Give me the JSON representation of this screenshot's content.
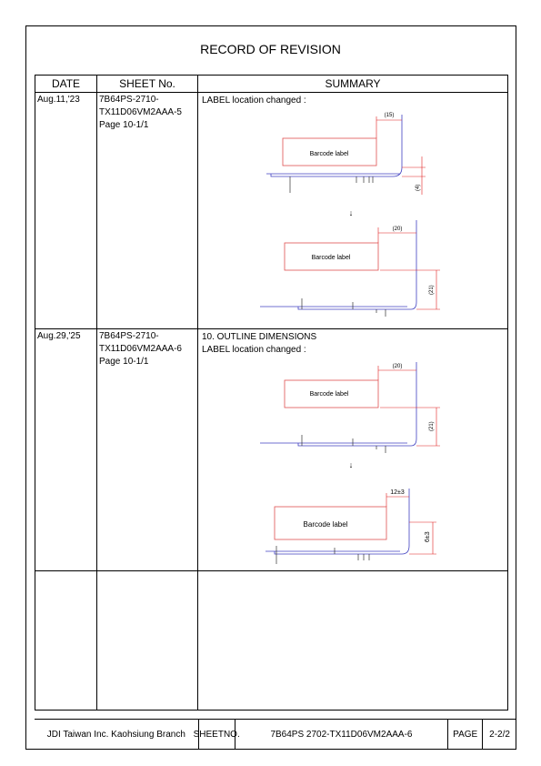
{
  "title": "RECORD OF REVISION",
  "headers": {
    "date": "DATE",
    "sheet": "SHEET No.",
    "summary": "SUMMARY"
  },
  "rows": [
    {
      "date": "Aug.11,'23",
      "sheet": [
        "7B64PS-2710-",
        "TX11D06VM2AAA-5",
        "Page 10-1/1"
      ],
      "summary": [
        "LABEL location changed :"
      ],
      "drawing": {
        "before": {
          "label": "Barcode label",
          "dim_h": "(15)",
          "dim_v": "(4)"
        },
        "arrow": "↓",
        "after": {
          "label": "Barcode label",
          "dim_h": "(20)",
          "dim_v": "(21)"
        }
      }
    },
    {
      "date": "Aug.29,'25",
      "sheet": [
        "7B64PS-2710-",
        "TX11D06VM2AAA-6",
        "Page 10-1/1"
      ],
      "summary": [
        "10. OUTLINE DIMENSIONS",
        "LABEL location changed :"
      ],
      "drawing": {
        "before": {
          "label": "Barcode label",
          "dim_h": "(20)",
          "dim_v": "(21)"
        },
        "arrow": "↓",
        "after": {
          "label": "Barcode label",
          "dim_h": "12±3",
          "dim_v": "6±3"
        }
      }
    },
    {
      "date": "",
      "sheet": [
        "",
        "",
        ""
      ],
      "summary": [
        ""
      ]
    }
  ],
  "footer": {
    "company": "JDI Taiwan Inc. Kaohsiung Branch",
    "sheet_label_1": "SHEET",
    "sheet_label_2": "NO.",
    "sheet_no": "7B64PS 2702-TX11D06VM2AAA-6",
    "page_label": "PAGE",
    "page_value": "2-2/2"
  },
  "colors": {
    "label_box": "#e05050",
    "outline": "#4040c0",
    "dimension": "#e02020",
    "part": "#333333"
  }
}
